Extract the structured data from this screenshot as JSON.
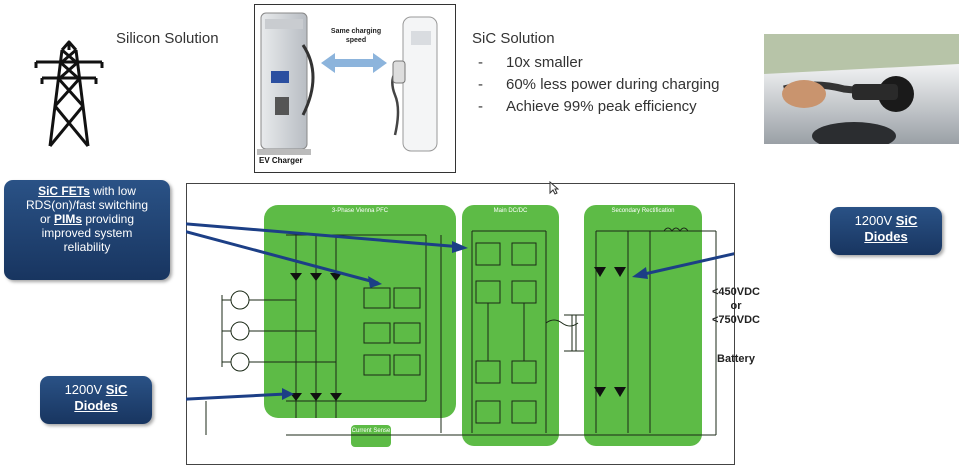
{
  "silicon_label": "Silicon Solution",
  "sic_solution": {
    "title": "SiC Solution",
    "bullets": [
      "10x smaller",
      "60% less power during charging",
      "Achieve 99% peak efficiency"
    ]
  },
  "charger_photo": {
    "caption": "EV Charger",
    "speed_label_line1": "Same charging",
    "speed_label_line2": "speed"
  },
  "callouts": {
    "fets": {
      "bold1": "SiC FETs",
      "text1": " with low",
      "text2": "RDS(on)/fast switching",
      "pre3": "or ",
      "bold3": "PIMs",
      "text3": " providing",
      "text4": "improved system",
      "text5": "reliability"
    },
    "diodes_right": {
      "prefix": "1200V ",
      "bold": "SiC",
      "line2": "Diodes"
    },
    "diodes_left": {
      "prefix": "1200V ",
      "bold": "SiC",
      "line2": "Diodes"
    }
  },
  "blocks": {
    "pfc": "3-Phase Vienna PFC",
    "dcdc": "Main DC/DC",
    "rect": "Secondary Rectification",
    "sense": "Current Sense"
  },
  "battery": {
    "line1": "<450VDC",
    "line2": "or",
    "line3": "<750VDC",
    "label": "Battery"
  },
  "colors": {
    "green": "#5dbb46",
    "navy": "#1f3f6e"
  }
}
